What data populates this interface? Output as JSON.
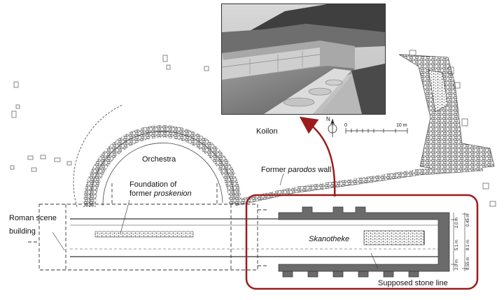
{
  "labels": {
    "koilon": "Koilon",
    "orchestra": "Orchestra",
    "former_parodos": "Former ",
    "former_parodos_italic": "parodos",
    "former_parodos_tail": " wall",
    "foundation_line1": "Foundation of",
    "foundation_line2": "former ",
    "foundation_line2_italic": "proskenion",
    "roman_line1": "Roman scene",
    "roman_line2": "building",
    "skanotheke": "Skanotheke",
    "supposed_stone_line": "Supposed stone line"
  },
  "north_arrow": {
    "label": "N",
    "icon": "north-arrow-icon"
  },
  "scale_bar": {
    "start": "0",
    "end": "10 m"
  },
  "dimensions": {
    "left_col": [
      "2.0 m",
      "5.1 m",
      "2.0 m"
    ],
    "right_col": [
      "0.45 m",
      "8.1 m",
      "0.55 m"
    ]
  },
  "colors": {
    "highlight": "#9b1c1c",
    "stone": "#555555",
    "outline": "#333333"
  }
}
